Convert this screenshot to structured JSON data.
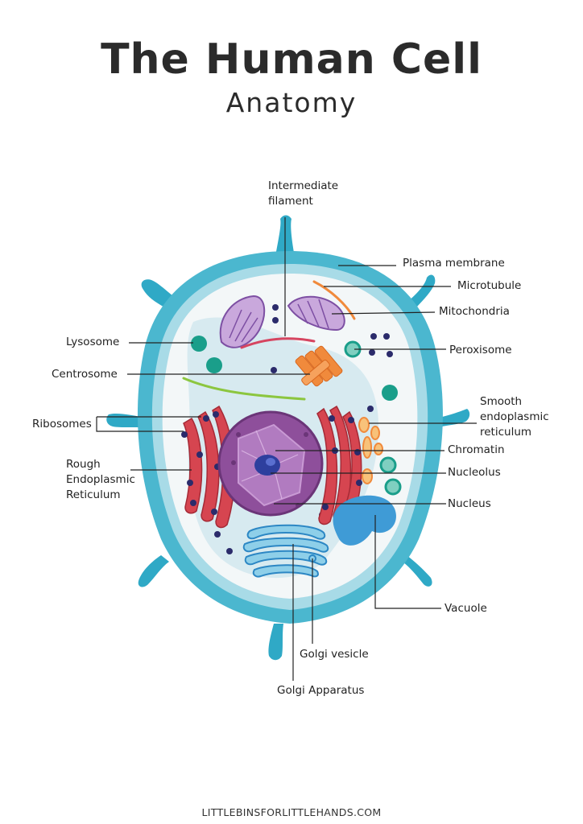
{
  "header": {
    "title": "The Human Cell",
    "subtitle": "Anatomy"
  },
  "labels": {
    "intermediate_filament": "Intermediate\nfilament",
    "plasma_membrane": "Plasma membrane",
    "microtubule": "Microtubule",
    "mitochondria": "Mitochondria",
    "lysosome": "Lysosome",
    "peroxisome": "Peroxisome",
    "centrosome": "Centrosome",
    "smooth_er": "Smooth\nendoplasmic\nreticulum",
    "ribosomes": "Ribosomes",
    "chromatin": "Chromatin",
    "rough_er": "Rough\nEndoplasmic\nReticulum",
    "nucleolus": "Nucleolus",
    "nucleus": "Nucleus",
    "vacuole": "Vacuole",
    "golgi_vesicle": "Golgi vesicle",
    "golgi_apparatus": "Golgi Apparatus"
  },
  "footer": {
    "website": "LITTLEBINSFORLITTLEHANDS.COM"
  },
  "colors": {
    "membrane": "#4bb7cf",
    "cytoplasm": "#f4f8f9",
    "nucleus": "#8e4f9b",
    "rough_er": "#d64550",
    "golgi": "#3f9bd6",
    "centrosome": "#f08a3c",
    "lysosome": "#1a9e8a",
    "ribosome": "#2b2b6b"
  }
}
